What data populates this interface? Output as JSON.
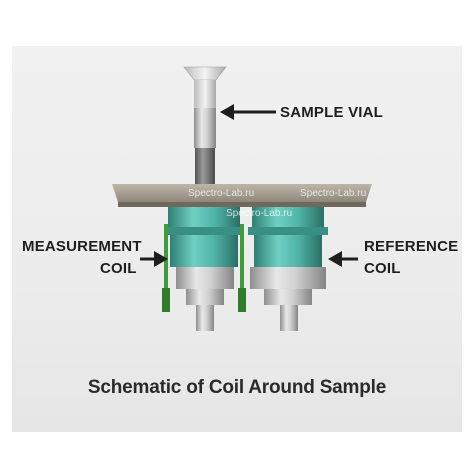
{
  "labels": {
    "sample_vial": "SAMPLE VIAL",
    "measurement_coil_line1": "MEASUREMENT",
    "measurement_coil_line2": "COIL",
    "reference_coil_line1": "REFERENCE",
    "reference_coil_line2": "COIL"
  },
  "caption": "Schematic of Coil Around Sample",
  "watermark": "Spectro-Lab.ru",
  "colors": {
    "background": "#ececec",
    "plate": "#a9a294",
    "coil_teal": "#4fb3a5",
    "coil_wire_green": "#3f9a3a",
    "metal": "#c9c9c9",
    "arrow": "#1e1e1e",
    "text": "#1e1e1e"
  }
}
